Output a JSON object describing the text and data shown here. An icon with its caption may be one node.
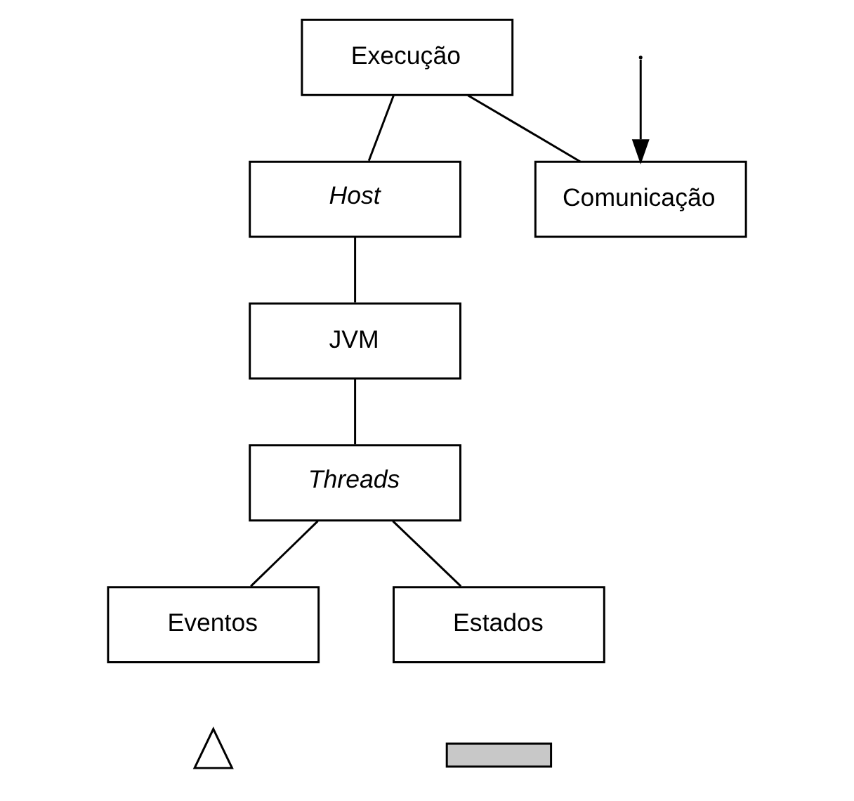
{
  "diagram": {
    "nodes": [
      {
        "text": [
          "Execução"
        ]
      },
      {
        "text": [
          "Host"
        ]
      },
      {
        "text": [
          "Comunicação"
        ]
      },
      {
        "text": [
          "JVM"
        ]
      },
      {
        "text": [
          "Threads"
        ]
      },
      {
        "text": [
          "Eventos"
        ]
      },
      {
        "text": [],
        "shape": "triangle"
      },
      {
        "text": [
          "Estados"
        ]
      },
      {
        "text": [],
        "shape": "bar"
      }
    ],
    "edges": [
      {
        "from": 0,
        "to": 1,
        "arrow": "none"
      },
      {
        "from": 0,
        "to": 2,
        "arrow": "none"
      },
      {
        "from": 1,
        "to": 3,
        "arrow": "none"
      },
      {
        "from": 3,
        "to": 4,
        "arrow": "none"
      },
      {
        "from": 4,
        "to": 5,
        "arrow": "none"
      },
      {
        "from": 4,
        "to": 7,
        "arrow": "none"
      },
      {
        "from": null,
        "to": 2,
        "arrow": "to"
      }
    ]
  }
}
